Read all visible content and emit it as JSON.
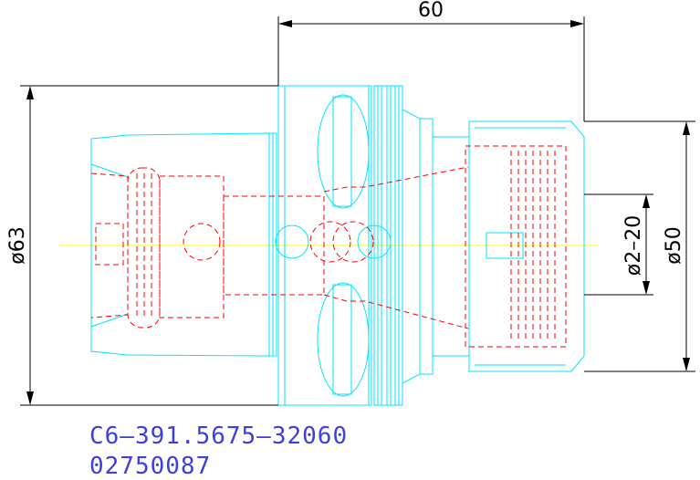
{
  "colors": {
    "outline": "#00e5ff",
    "hidden": "#ff0000",
    "centerline": "#ffff00",
    "dimension": "#000000",
    "label": "#3f3fe0"
  },
  "dimensions": {
    "length_top": "60",
    "dia_left": "ø63",
    "dia_clamp_range": "ø2–20",
    "dia_right": "ø50"
  },
  "labels": {
    "part_number": "C6–391.5675–32060",
    "serial_number": "02750087"
  }
}
